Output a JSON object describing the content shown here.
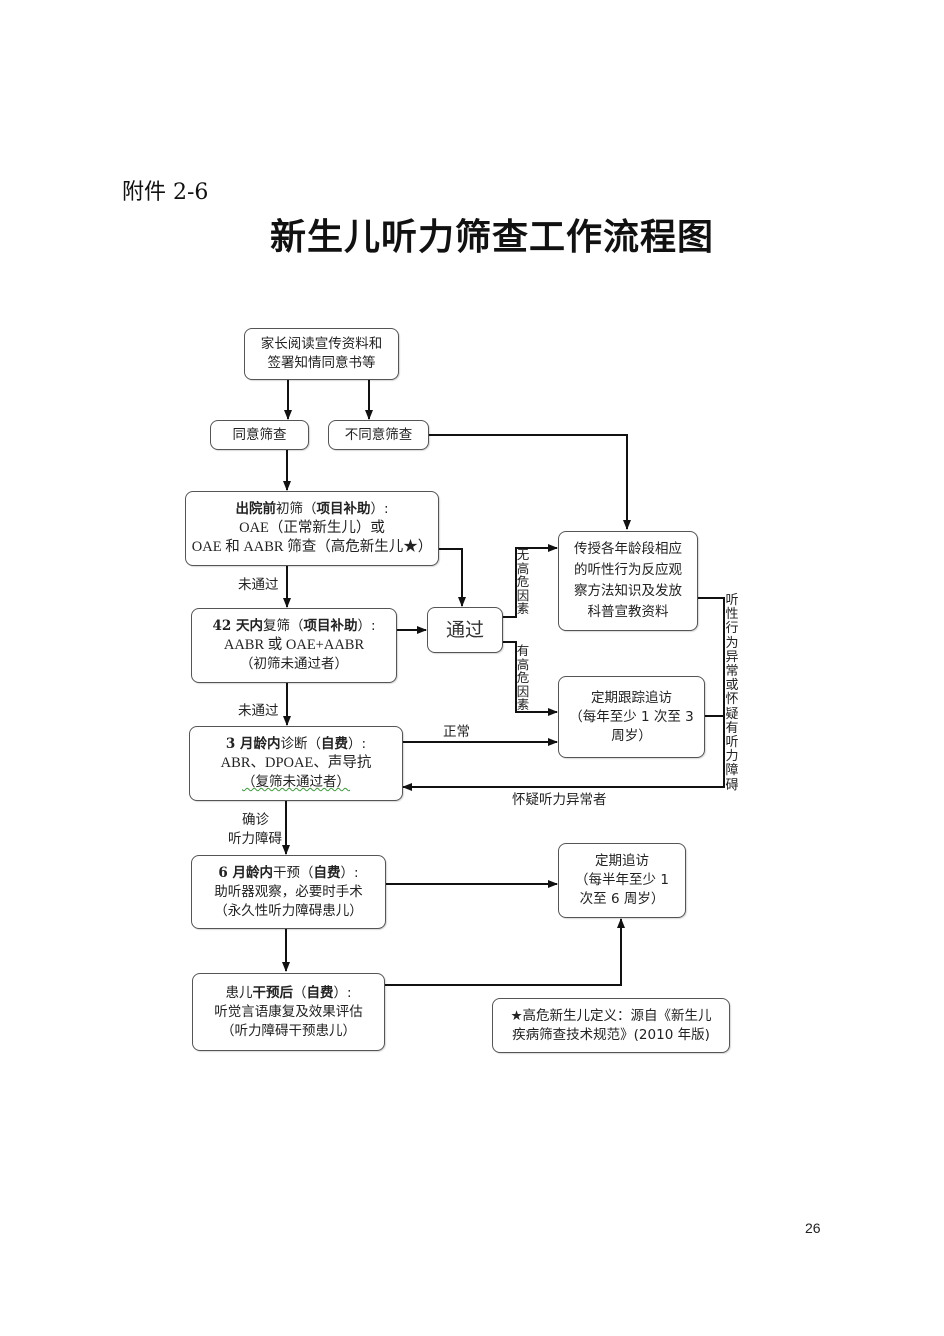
{
  "header": {
    "attachment": "附件 2-6",
    "title": "新生儿听力筛查工作流程图"
  },
  "nodes": {
    "parents_read": {
      "line1": "家长阅读宣传资料和",
      "line2": "签署知情同意书等"
    },
    "agree": {
      "label": "同意筛查"
    },
    "disagree": {
      "label": "不同意筛查"
    },
    "initial_screen": {
      "bold1": "出院前",
      "text1": "初筛（",
      "bold2": "项目补助",
      "text2": "）:",
      "line2": "OAE（正常新生儿）或",
      "line3": "OAE 和 AABR 筛查（高危新生儿★）"
    },
    "rescreen": {
      "bold1": "42 天内",
      "text1": "复筛（",
      "bold2": "项目补助",
      "text2": "）:",
      "line2": "AABR 或 OAE+AABR",
      "line3": "（初筛未通过者）"
    },
    "pass": {
      "label": "通过"
    },
    "education": {
      "line1": "传授各年龄段相应",
      "line2": "的听性行为反应观",
      "line3": "察方法知识及发放",
      "line4": "科普宣教资料"
    },
    "followup_3y": {
      "line1": "定期跟踪追访",
      "line2": "（每年至少 1 次至 3",
      "line3": "周岁）"
    },
    "diagnosis": {
      "bold1": "3 月龄内",
      "text1": "诊断（",
      "bold2": "自费",
      "text2": "）:",
      "line2": "ABR、DPOAE、声导抗",
      "line3": "（复筛未通过者）"
    },
    "intervention": {
      "bold1": "6 月龄内",
      "text1": "干预（",
      "bold2": "自费",
      "text2": "）:",
      "line2": "助听器观察，必要时手术",
      "line3": "（永久性听力障碍患儿）"
    },
    "followup_6y": {
      "line1": "定期追访",
      "line2": "（每半年至少 1",
      "line3": "次至 6 周岁）"
    },
    "post_intervention": {
      "text0": "患儿",
      "bold1": "干预后",
      "text1": "（",
      "bold2": "自费",
      "text2": "）:",
      "line2": "听觉言语康复及效果评估",
      "line3": "（听力障碍干预患儿）"
    },
    "footnote": {
      "line1": "★高危新生儿定义：源自《新生儿",
      "line2": "疾病筛查技术规范》(2010 年版)"
    }
  },
  "edge_labels": {
    "not_passed_1": "未通过",
    "not_passed_2": "未通过",
    "no_high_risk": "无高危因素",
    "has_high_risk": "有高危因素",
    "normal": "正常",
    "suspected_abnormal": "怀疑听力异常者",
    "confirmed_line1": "确诊",
    "confirmed_line2": "听力障碍",
    "behavior_abnormal": "听性行为异常或怀疑有听力障碍"
  },
  "footer": {
    "page_number": "26"
  }
}
